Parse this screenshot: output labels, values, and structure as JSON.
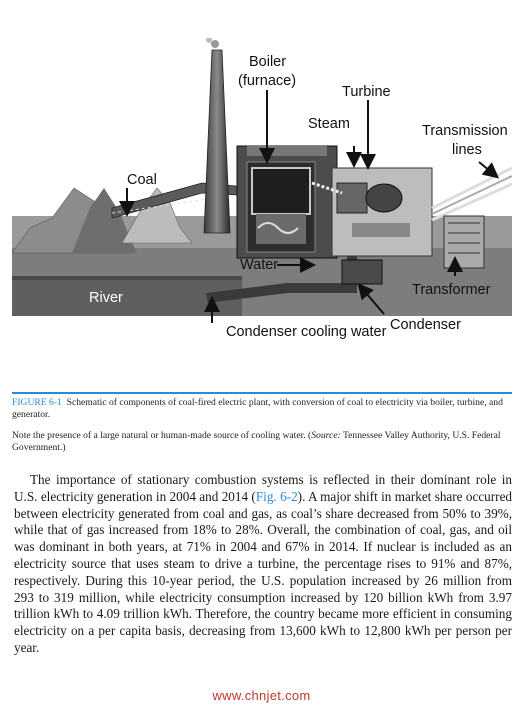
{
  "figure": {
    "labels": {
      "boiler_line1": "Boiler",
      "boiler_line2": "(furnace)",
      "turbine": "Turbine",
      "steam": "Steam",
      "transmission_line1": "Transmission",
      "transmission_line2": "lines",
      "coal": "Coal",
      "water": "Water",
      "river": "River",
      "transformer": "Transformer",
      "condenser": "Condenser",
      "condenser_cooling_water": "Condenser cooling water"
    }
  },
  "caption": {
    "figure_label": "FIGURE 6-1",
    "text": "Schematic of components of coal-fired electric plant, with conversion of coal to electricity via boiler, turbine, and generator."
  },
  "note": {
    "text_before": "Note the presence of a large natural or human-made source of cooling water. (",
    "source_label": "Source:",
    "text_after": " Tennessee Valley Authority, U.S. Federal Government.)"
  },
  "body": {
    "part1": "The importance of stationary combustion systems is reflected in their dominant role in U.S. electricity generation in 2004 and 2014 (",
    "figure_ref": "Fig. 6-2",
    "part2": "). A major shift in market share occurred between electricity generated from coal and gas, as coal’s share decreased from 50% to 39%, while that of gas increased from 18% to 28%. Overall, the combination of coal, gas, and oil was dominant in both years, at 71% in 2004 and 67% in 2014. If nuclear is included as an electricity source that uses steam to drive a turbine, the percentage rises to 91% and 87%, respectively. During this 10-year period, the U.S. population increased by 26 million from 293 to 319 million, while electricity consumption increased by 120 billion kWh from 3.97 trillion kWh to 4.09 trillion kWh. Therefore, the country became more efficient in consuming electricity on a per capita basis, decreasing from 13,600 kWh to 12,800 kWh per person per year."
  },
  "watermark": "www.chnjet.com"
}
